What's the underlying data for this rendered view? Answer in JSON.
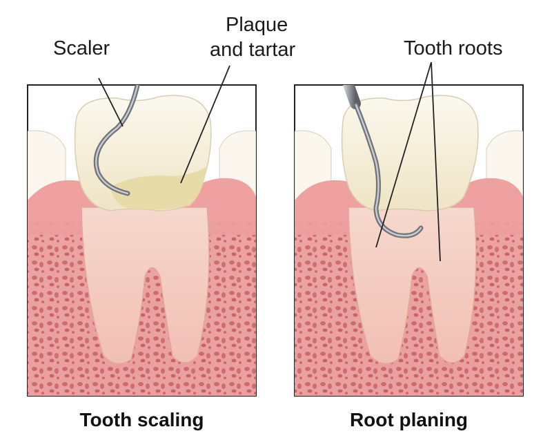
{
  "labels": {
    "scaler": "Scaler",
    "plaque_line1": "Plaque",
    "plaque_line2": "and tartar",
    "tooth_roots": "Tooth roots"
  },
  "captions": {
    "left": "Tooth scaling",
    "right": "Root planing"
  },
  "colors": {
    "gum": "#ec9a9a",
    "bone": "#e7a0a0",
    "bone_pore": "#c45a5a",
    "root": "#f3c7bd",
    "crown": "#f3ecd6",
    "tartar": "#e3d8a8",
    "instrument": "#8a8f96",
    "frame": "#222222"
  },
  "icons": [
    "scaler-instrument-icon",
    "tooth-icon"
  ]
}
